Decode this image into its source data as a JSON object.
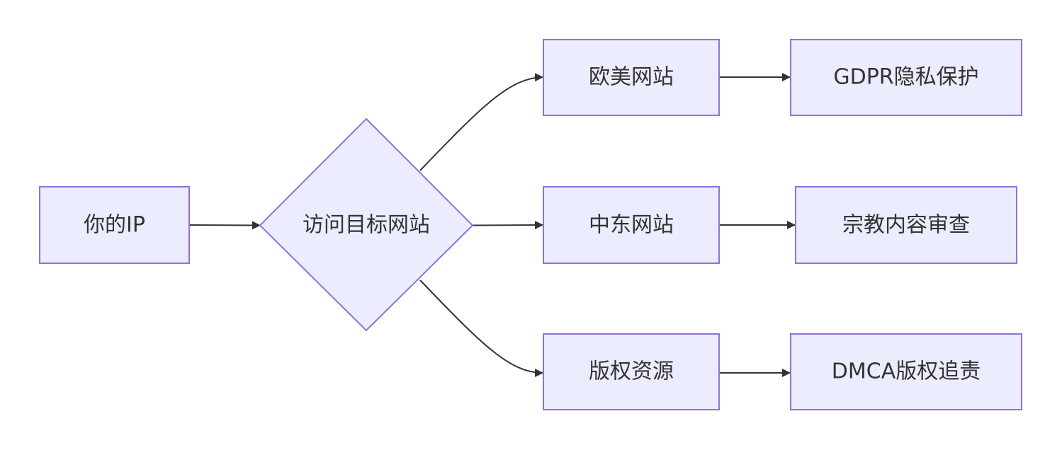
{
  "nodes": {
    "your_ip": "你的IP",
    "visit_site": "访问目标网站",
    "eu_us_site": "欧美网站",
    "mideast_site": "中东网站",
    "copyright_res": "版权资源",
    "gdpr": "GDPR隐私保护",
    "religious": "宗教内容审查",
    "dmca": "DMCA版权追责"
  },
  "colors": {
    "node_fill": "#ececff",
    "node_stroke": "#9370db",
    "edge": "#333333",
    "text": "#333333"
  }
}
